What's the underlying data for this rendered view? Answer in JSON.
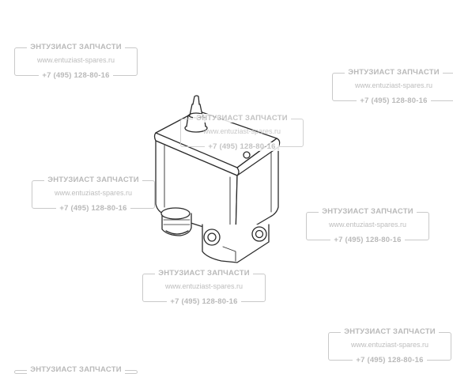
{
  "watermark": {
    "brand": "ЭНТУЗИАСТ ЗАПЧАСТИ",
    "site": "www.entuziast-spares.ru",
    "phone": "+7 (495) 128-80-16"
  },
  "product": {
    "icon": "pressure-switch-drawing"
  },
  "colors": {
    "line": "#2b2b2b",
    "watermark": "#b9b9b9",
    "background": "#ffffff"
  }
}
